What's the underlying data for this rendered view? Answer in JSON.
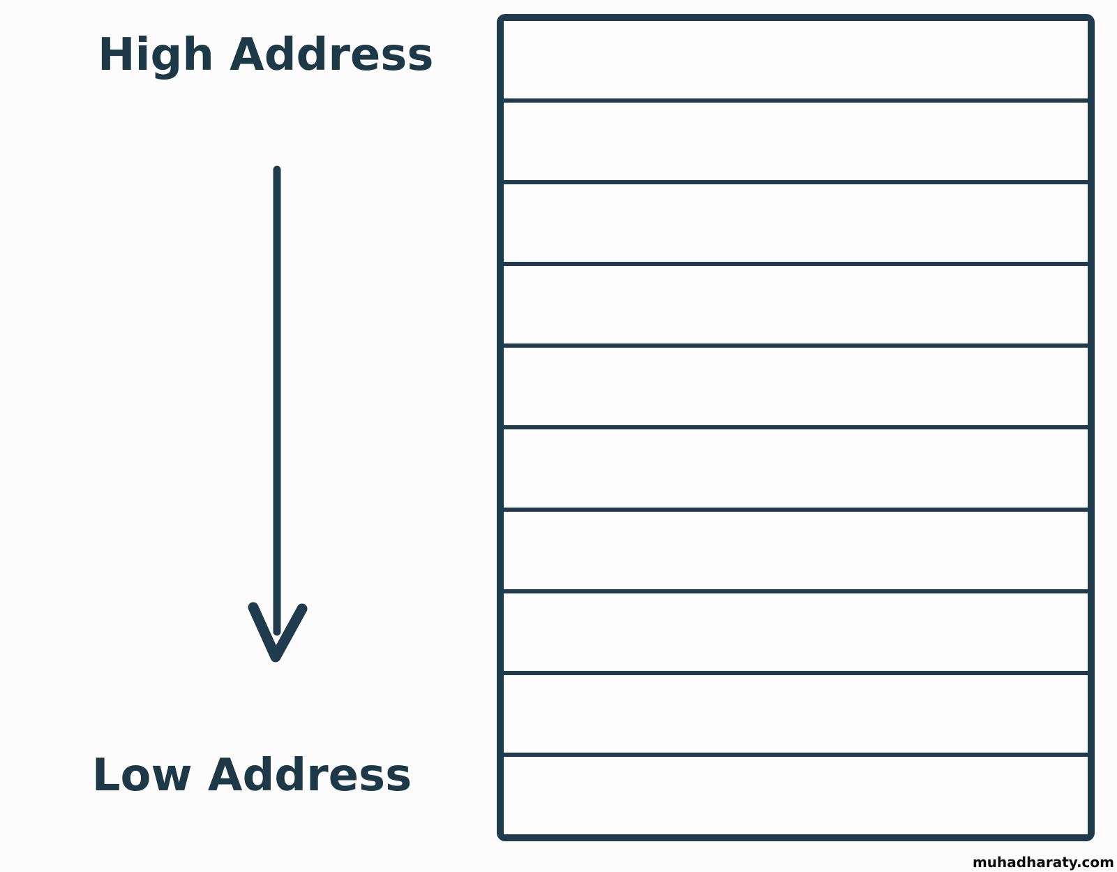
{
  "labels": {
    "high_address": "High Address",
    "low_address": "Low Address"
  },
  "arrow": {
    "direction": "down"
  },
  "memory_grid": {
    "rows": 10
  },
  "watermark": {
    "text": "muhadharaty.com"
  },
  "colors": {
    "ink": "#1f3b4d",
    "text": "#1d3947",
    "watermark": "#0b0b0b",
    "background": "#fcfcfc",
    "cell": "#fdfdfd"
  }
}
